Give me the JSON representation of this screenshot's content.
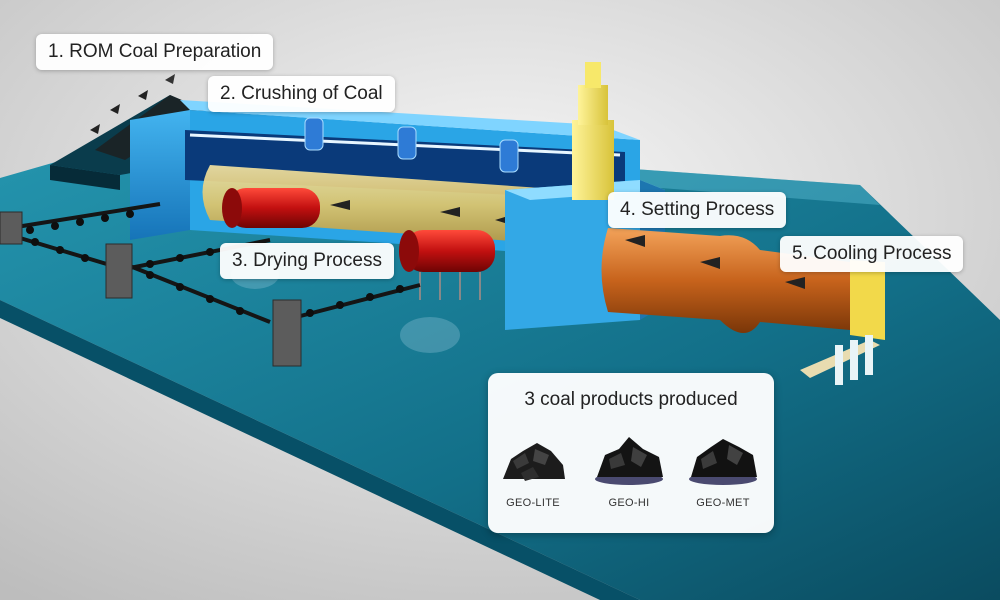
{
  "steps": [
    {
      "label": "1. ROM Coal Preparation"
    },
    {
      "label": "2. Crushing of Coal"
    },
    {
      "label": "3. Drying Process"
    },
    {
      "label": "4. Setting Process"
    },
    {
      "label": "5. Cooling Process"
    }
  ],
  "products": {
    "title": "3 coal products produced",
    "items": [
      {
        "name": "GEO-LITE",
        "icon": "coal-pile-icon"
      },
      {
        "name": "GEO-HI",
        "icon": "coal-pile-icon"
      },
      {
        "name": "GEO-MET",
        "icon": "coal-pile-icon"
      }
    ]
  },
  "colors": {
    "platform": "#0d6f8c",
    "conveyor": "#1e8fd6",
    "dryer_drum": "#e8d48a",
    "heater": "#c41414",
    "setting_cylinder": "#c8651a",
    "cooler_end": "#f2d94a"
  }
}
